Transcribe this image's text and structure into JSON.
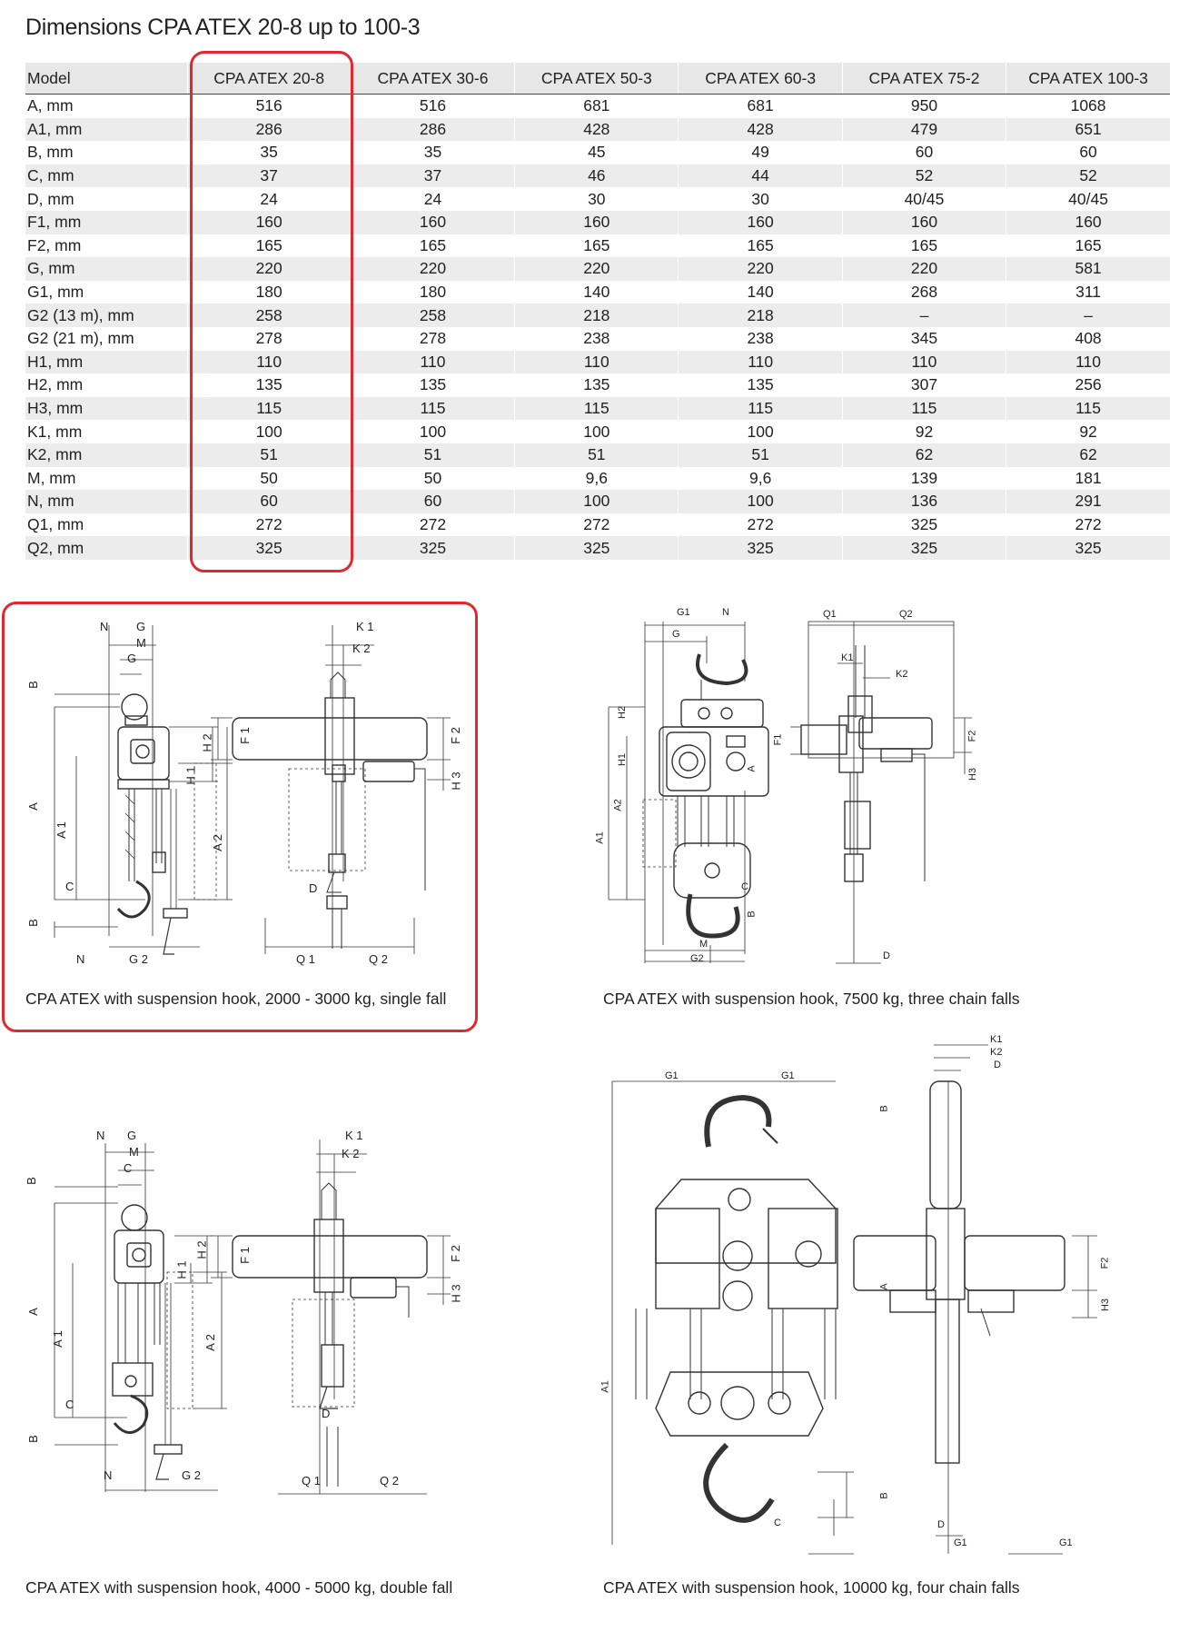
{
  "title": "Dimensions CPA ATEX 20-8 up to 100-3",
  "table": {
    "header": [
      "Model",
      "CPA ATEX 20-8",
      "CPA ATEX 30-6",
      "CPA ATEX 50-3",
      "CPA ATEX 60-3",
      "CPA ATEX 75-2",
      "CPA ATEX 100-3"
    ],
    "rows": [
      [
        "A, mm",
        "516",
        "516",
        "681",
        "681",
        "950",
        "1068"
      ],
      [
        "A1, mm",
        "286",
        "286",
        "428",
        "428",
        "479",
        "651"
      ],
      [
        "B, mm",
        "35",
        "35",
        "45",
        "49",
        "60",
        "60"
      ],
      [
        "C, mm",
        "37",
        "37",
        "46",
        "44",
        "52",
        "52"
      ],
      [
        "D, mm",
        "24",
        "24",
        "30",
        "30",
        "40/45",
        "40/45"
      ],
      [
        "F1, mm",
        "160",
        "160",
        "160",
        "160",
        "160",
        "160"
      ],
      [
        "F2, mm",
        "165",
        "165",
        "165",
        "165",
        "165",
        "165"
      ],
      [
        "G, mm",
        "220",
        "220",
        "220",
        "220",
        "220",
        "581"
      ],
      [
        "G1, mm",
        "180",
        "180",
        "140",
        "140",
        "268",
        "311"
      ],
      [
        "G2 (13 m), mm",
        "258",
        "258",
        "218",
        "218",
        "–",
        "–"
      ],
      [
        "G2 (21 m), mm",
        "278",
        "278",
        "238",
        "238",
        "345",
        "408"
      ],
      [
        "H1, mm",
        "110",
        "110",
        "110",
        "110",
        "110",
        "110"
      ],
      [
        "H2, mm",
        "135",
        "135",
        "135",
        "135",
        "307",
        "256"
      ],
      [
        "H3, mm",
        "115",
        "115",
        "115",
        "115",
        "115",
        "115"
      ],
      [
        "K1, mm",
        "100",
        "100",
        "100",
        "100",
        "92",
        "92"
      ],
      [
        "K2, mm",
        "51",
        "51",
        "51",
        "51",
        "62",
        "62"
      ],
      [
        "M, mm",
        "50",
        "50",
        "9,6",
        "9,6",
        "139",
        "181"
      ],
      [
        "N, mm",
        "60",
        "60",
        "100",
        "100",
        "136",
        "291"
      ],
      [
        "Q1, mm",
        "272",
        "272",
        "272",
        "272",
        "325",
        "272"
      ],
      [
        "Q2, mm",
        "325",
        "325",
        "325",
        "325",
        "325",
        "325"
      ]
    ]
  },
  "highlight_color": "#e0282e",
  "drawings": {
    "single_fall": {
      "caption": "CPA ATEX with suspension hook, 2000 - 3000 kg, single fall",
      "labels": {
        "n": "N",
        "g": "G",
        "m": "M",
        "g_inner": "G",
        "b_top": "B",
        "b_bot": "B",
        "h2": "H 2",
        "h1": "H 1",
        "a2": "A 2",
        "a": "A",
        "a1": "A 1",
        "c": "C",
        "n_bot": "N",
        "g2": "G 2",
        "k1": "K 1",
        "k2": "K 2",
        "f1": "F 1",
        "f2": "F 2",
        "h3": "H 3",
        "d": "D",
        "q1": "Q 1",
        "q2": "Q 2"
      }
    },
    "three_falls": {
      "caption": "CPA ATEX with suspension hook, 7500 kg, three chain falls",
      "labels": {
        "g1": "G1",
        "n": "N",
        "g": "G",
        "h2": "H2",
        "h1": "H1",
        "a2": "A2",
        "a1": "A1",
        "a": "A",
        "c": "C",
        "b": "B",
        "m": "M",
        "g2": "G2",
        "q1": "Q1",
        "q2": "Q2",
        "k1": "K1",
        "k2": "K2",
        "f1": "F1",
        "f2": "F2",
        "h3": "H3",
        "d": "D"
      }
    },
    "double_fall": {
      "caption": "CPA ATEX with suspension hook, 4000 - 5000 kg, double fall",
      "labels": {
        "n": "N",
        "g": "G",
        "m": "M",
        "c_top": "C",
        "b_top": "B",
        "b_bot": "B",
        "h2": "H 2",
        "h1": "H 1",
        "a2": "A 2",
        "a": "A",
        "a1": "A 1",
        "c": "C",
        "n_bot": "N",
        "g2": "G 2",
        "k1": "K 1",
        "k2": "K 2",
        "f1": "F 1",
        "f2": "F 2",
        "h3": "H 3",
        "d": "D",
        "q1": "Q 1",
        "q2": "Q 2"
      }
    },
    "four_falls": {
      "caption": "CPA ATEX with suspension hook, 10000 kg, four chain falls",
      "labels": {
        "g1_left": "G1",
        "g1_right": "G1",
        "b_top": "B",
        "a": "A",
        "a1": "A1",
        "b_bot": "B",
        "c": "C",
        "g1_bl": "G1",
        "g1_br": "G1",
        "k1": "K1",
        "k2": "K2",
        "d_top": "D",
        "f2": "F2",
        "h3": "H3",
        "d_bot": "D"
      }
    }
  }
}
